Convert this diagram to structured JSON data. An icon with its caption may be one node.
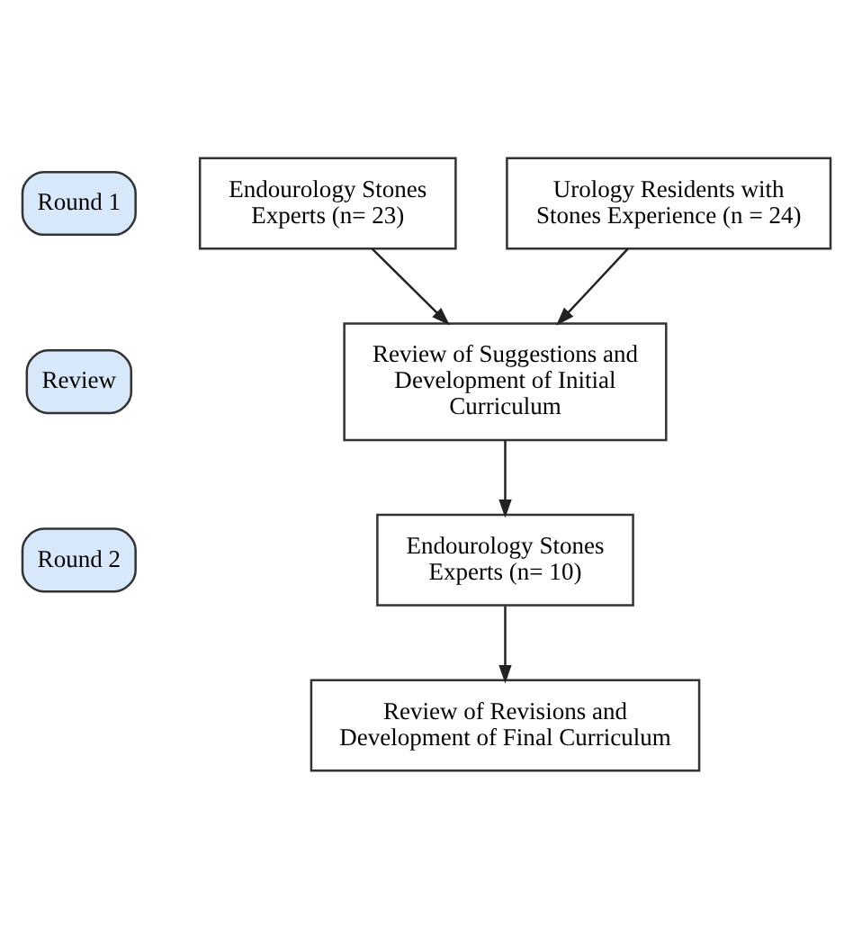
{
  "diagram": {
    "nodes": [
      {
        "text": [
          "Round 1"
        ]
      },
      {
        "text": [
          "Endourology Stones Experts (n= 23)"
        ]
      },
      {
        "text": [
          "Urology Residents with Stones Experience (n = 24)"
        ]
      },
      {
        "text": [
          "Review"
        ]
      },
      {
        "text": [
          "Review of Suggestions and Development of Initial Curriculum"
        ]
      },
      {
        "text": [
          "Round 2"
        ]
      },
      {
        "text": [
          "Endourology Stones Experts (n= 10)"
        ]
      },
      {
        "text": [
          "Review of Revisions and Development of Final Curriculum"
        ]
      }
    ],
    "edges": [
      {
        "from": 1,
        "to": 4,
        "arrow": "to"
      },
      {
        "from": 2,
        "to": 4,
        "arrow": "to"
      },
      {
        "from": 4,
        "to": 6,
        "arrow": "to"
      },
      {
        "from": 6,
        "to": 7,
        "arrow": "to"
      }
    ]
  }
}
